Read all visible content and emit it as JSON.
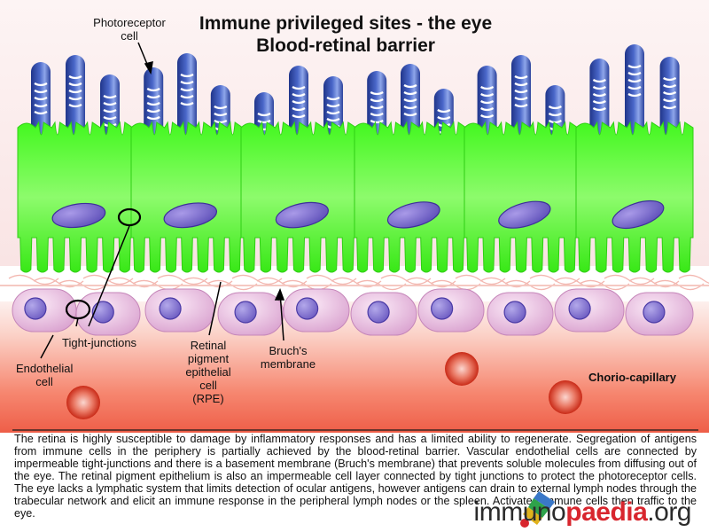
{
  "title": {
    "line1": "Immune privileged sites - the eye",
    "line2": "Blood-retinal barrier"
  },
  "labels": {
    "photoreceptor": [
      "Photoreceptor",
      "cell"
    ],
    "tight_junctions": "Tight-junctions",
    "endothelial": [
      "Endothelial",
      "cell"
    ],
    "rpe": [
      "Retinal",
      "pigment",
      "epithelial",
      "cell",
      "(RPE)"
    ],
    "bruchs": [
      "Bruch's",
      "membrane"
    ],
    "chorio": "Chorio-capillary"
  },
  "description": "The retina is highly susceptible to damage by inflammatory responses and has a limited ability to regenerate. Segregation of antigens from immune cells in the periphery is partially achieved by the blood-retinal barrier. Vascular endothelial cells are connected by impermeable tight-junctions and there is a basement membrane (Bruch's membrane) that prevents soluble molecules from diffusing out of the eye. The retinal pigment epithelium is also an impermeable cell layer connected by tight junctions to protect the photoreceptor cells. The eye lacks a lymphatic system that limits detection of ocular antigens, however antigens can drain to external lymph nodes through the trabecular network and elicit an immune response in the peripheral lymph nodes or the spleen.  Activated immune cells then traffic to the eye.",
  "logo": {
    "part1": "immuno",
    "part2": "paedia",
    "part3": ".org"
  },
  "colors": {
    "rpe_fill": "#3df51c",
    "photoreceptor": "#2e49a8",
    "nucleus": "#6f63c8",
    "endothelial": "#e6b3dc",
    "capillary_bg": "#f0604a",
    "blood_cell": "#d83a26",
    "accent_logo": "#d8262e"
  }
}
